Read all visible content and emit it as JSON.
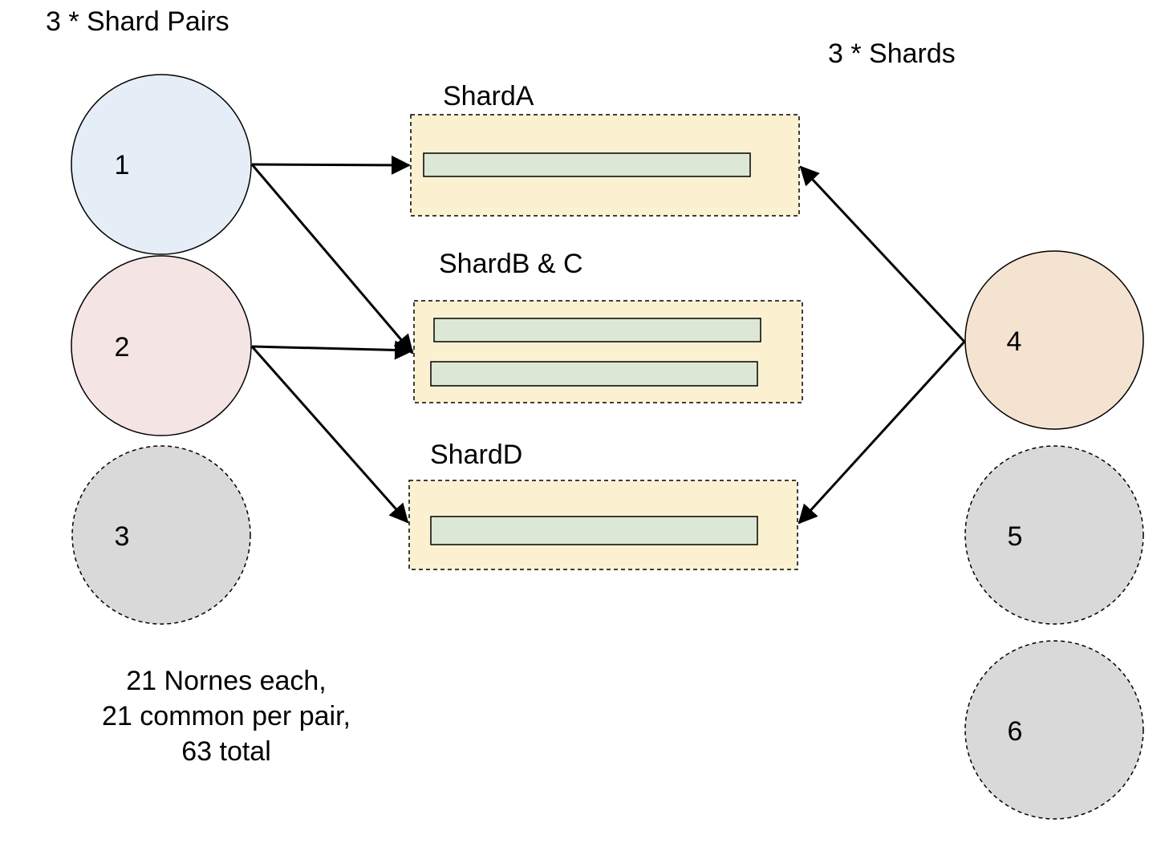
{
  "headings": {
    "left": "3 * Shard Pairs",
    "right": "3 * Shards"
  },
  "colors": {
    "node_1": "#e5eef7",
    "node_2": "#f5e4e4",
    "node_4": "#f5e3d1",
    "node_inactive": "#d9d9d9",
    "shard_box": "#fbf1d1",
    "shard_bar": "#dce8d5",
    "stroke": "#000000"
  },
  "nodes": [
    {
      "id": "1",
      "label": "1",
      "style": "solid"
    },
    {
      "id": "2",
      "label": "2",
      "style": "solid"
    },
    {
      "id": "3",
      "label": "3",
      "style": "dashed"
    },
    {
      "id": "4",
      "label": "4",
      "style": "solid"
    },
    {
      "id": "5",
      "label": "5",
      "style": "dashed"
    },
    {
      "id": "6",
      "label": "6",
      "style": "dashed"
    }
  ],
  "shard_groups": [
    {
      "id": "a",
      "label": "ShardA",
      "bars": 1
    },
    {
      "id": "bc",
      "label": "ShardB & C",
      "bars": 2
    },
    {
      "id": "d",
      "label": "ShardD",
      "bars": 1
    }
  ],
  "edges": [
    {
      "from": "1",
      "to": "a"
    },
    {
      "from": "1",
      "to": "bc"
    },
    {
      "from": "2",
      "to": "bc"
    },
    {
      "from": "2",
      "to": "d"
    },
    {
      "from": "4",
      "to": "a"
    },
    {
      "from": "4",
      "to": "d"
    }
  ],
  "note": {
    "lines": [
      "21 Nornes each,",
      "21 common per pair,",
      "63 total"
    ]
  }
}
